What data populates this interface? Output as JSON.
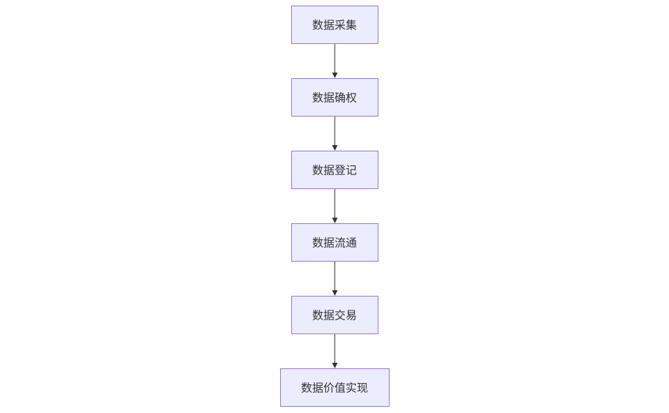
{
  "diagram": {
    "nodes": [
      {
        "id": "collect",
        "label": "数据采集"
      },
      {
        "id": "rights",
        "label": "数据确权"
      },
      {
        "id": "register",
        "label": "数据登记"
      },
      {
        "id": "circulate",
        "label": "数据流通"
      },
      {
        "id": "trade",
        "label": "数据交易"
      },
      {
        "id": "value",
        "label": "数据价值实现"
      }
    ],
    "edges": [
      {
        "from": "collect",
        "to": "rights"
      },
      {
        "from": "rights",
        "to": "register"
      },
      {
        "from": "register",
        "to": "circulate"
      },
      {
        "from": "circulate",
        "to": "trade"
      },
      {
        "from": "trade",
        "to": "value"
      }
    ]
  }
}
